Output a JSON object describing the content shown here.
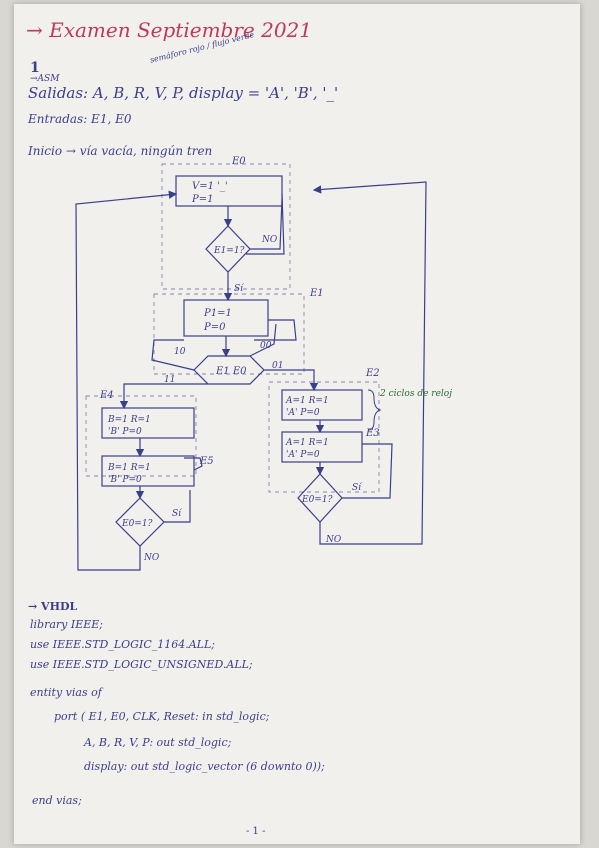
{
  "page": {
    "title": "→ Examen Septiembre 2021",
    "section_number": "1",
    "section_arrow": "→ASM",
    "outputs_line": "Salidas: A, B, R, V, P, display = 'A', 'B', '_'",
    "outputs_note": "semáforo rojo / flujo verde",
    "inputs_line": "Entradas: E1, E0",
    "init_line": "Inicio → vía vacía, ningún tren",
    "page_number": "- 1 -",
    "colors": {
      "ink": "#3a3f8c",
      "title": "#c0395a",
      "note": "#2e6b3a",
      "paper": "#f2f0ec"
    }
  },
  "asm": {
    "states": {
      "E0": {
        "name": "E0",
        "line1": "V=1  '_'",
        "line2": "P=1"
      },
      "E1": {
        "name": "E1",
        "line1": "P1=1",
        "line2": "P=0"
      },
      "E2": {
        "name": "E2",
        "line1": "A=1  R=1",
        "line2": "'A'  P=0"
      },
      "E3": {
        "name": "E3",
        "line1": "A=1  R=1",
        "line2": "'A'  P=0"
      },
      "E4": {
        "name": "E4",
        "line1": "B=1  R=1",
        "line2": "'B'  P=0"
      },
      "E5": {
        "name": "E5",
        "line1": "B=1  R=1",
        "line2": "'B'  P=0"
      }
    },
    "decisions": {
      "d0": {
        "label": "E1=1?",
        "no": "NO",
        "yes": "Sí"
      },
      "d1": {
        "label": "E1 E0",
        "b10": "10",
        "b00": "00",
        "b11": "11",
        "b01": "01"
      },
      "d2": {
        "label": "E0=1?",
        "yes": "Sí",
        "no": "NO"
      },
      "d3": {
        "label": "E0=1?",
        "yes": "Sí",
        "no": "NO"
      }
    },
    "clock_note": "2 ciclos de reloj"
  },
  "vhdl": {
    "heading": "→ VHDL",
    "lines": [
      "library IEEE;",
      "use IEEE.STD_LOGIC_1164.ALL;",
      "use IEEE.STD_LOGIC_UNSIGNED.ALL;",
      "entity vias of",
      "port ( E1, E0, CLK, Reset: in std_logic;",
      "A, B, R, V, P: out std_logic;",
      "display: out std_logic_vector (6 downto 0));",
      "end vias;"
    ]
  }
}
